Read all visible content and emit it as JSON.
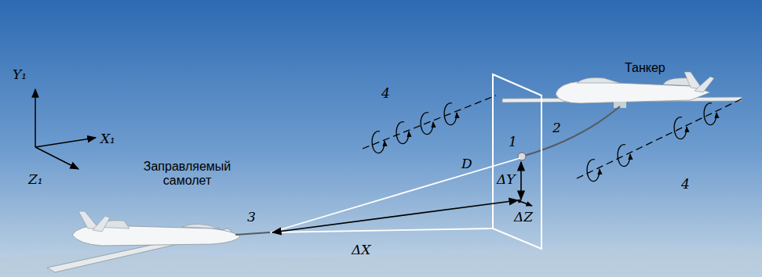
{
  "diagram": {
    "labels": [
      "Y₁",
      "X₁",
      "Z₁",
      "4",
      "Танкер",
      "1",
      "2",
      "4",
      "D",
      "ΔY",
      "ΔZ",
      "ΔX",
      "3",
      "Заправляемый самолет"
    ]
  }
}
